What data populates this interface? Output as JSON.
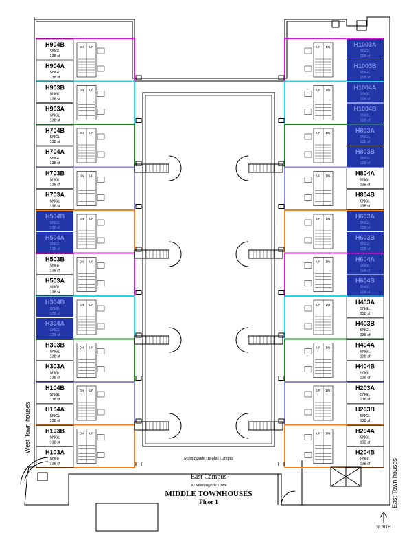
{
  "title": {
    "campus_line": "Morningside Heights Campus",
    "campus": "East Campus",
    "address": "30 Morningside Drive",
    "building": "MIDDLE TOWNHOUSES",
    "floor": "Floor 1"
  },
  "labels": {
    "west": "West Town houses",
    "east": "East Town houses",
    "north": "NORTH",
    "stair_dn": "DN",
    "stair_up": "UP"
  },
  "colors": {
    "highlight": "#2336a8",
    "bands": [
      "#d61ad6",
      "#1ad8e6",
      "#1e8a1e",
      "#8a8ae0",
      "#f08020",
      "#d61ad6",
      "#1ad8e6",
      "#1e8a1e",
      "#8a8ae0",
      "#f08020"
    ]
  },
  "west_rooms": [
    {
      "id": "H904B",
      "type": "SNGL",
      "area": "138 sf",
      "highlighted": false
    },
    {
      "id": "H904A",
      "type": "SNGL",
      "area": "138 sf",
      "highlighted": false
    },
    {
      "id": "H903B",
      "type": "SNGL",
      "area": "138 sf",
      "highlighted": false
    },
    {
      "id": "H903A",
      "type": "SNGL",
      "area": "138 sf",
      "highlighted": false
    },
    {
      "id": "H704B",
      "type": "SNGL",
      "area": "138 sf",
      "highlighted": false
    },
    {
      "id": "H704A",
      "type": "SNGL",
      "area": "138 sf",
      "highlighted": false
    },
    {
      "id": "H703B",
      "type": "SNGL",
      "area": "138 sf",
      "highlighted": false
    },
    {
      "id": "H703A",
      "type": "SNGL",
      "area": "138 sf",
      "highlighted": false
    },
    {
      "id": "H504B",
      "type": "SNGL",
      "area": "138 sf",
      "highlighted": true
    },
    {
      "id": "H504A",
      "type": "SNGL",
      "area": "138 sf",
      "highlighted": true
    },
    {
      "id": "H503B",
      "type": "SNGL",
      "area": "138 sf",
      "highlighted": false
    },
    {
      "id": "H503A",
      "type": "SNGL",
      "area": "138 sf",
      "highlighted": false
    },
    {
      "id": "H304B",
      "type": "SNGL",
      "area": "138 sf",
      "highlighted": true
    },
    {
      "id": "H304A",
      "type": "SNGL",
      "area": "138 sf",
      "highlighted": true
    },
    {
      "id": "H303B",
      "type": "SNGL",
      "area": "138 sf",
      "highlighted": false
    },
    {
      "id": "H303A",
      "type": "SNGL",
      "area": "138 sf",
      "highlighted": false
    },
    {
      "id": "H104B",
      "type": "SNGL",
      "area": "138 sf",
      "highlighted": false
    },
    {
      "id": "H104A",
      "type": "SNGL",
      "area": "138 sf",
      "highlighted": false
    },
    {
      "id": "H103B",
      "type": "SNGL",
      "area": "138 sf",
      "highlighted": false
    },
    {
      "id": "H103A",
      "type": "SNGL",
      "area": "138 sf",
      "highlighted": false
    }
  ],
  "east_rooms": [
    {
      "id": "H1003A",
      "type": "SNGL",
      "area": "138 sf",
      "highlighted": true
    },
    {
      "id": "H1003B",
      "type": "SNGL",
      "area": "138 sf",
      "highlighted": true
    },
    {
      "id": "H1004A",
      "type": "SNGL",
      "area": "138 sf",
      "highlighted": true
    },
    {
      "id": "H1004B",
      "type": "SNGL",
      "area": "138 sf",
      "highlighted": true
    },
    {
      "id": "H803A",
      "type": "SNGL",
      "area": "138 sf",
      "highlighted": true
    },
    {
      "id": "H803B",
      "type": "SNGL",
      "area": "138 sf",
      "highlighted": true
    },
    {
      "id": "H804A",
      "type": "SNGL",
      "area": "138 sf",
      "highlighted": false
    },
    {
      "id": "H804B",
      "type": "SNGL",
      "area": "138 sf",
      "highlighted": false
    },
    {
      "id": "H603A",
      "type": "SNGL",
      "area": "138 sf",
      "highlighted": true
    },
    {
      "id": "H603B",
      "type": "SNGL",
      "area": "138 sf",
      "highlighted": true
    },
    {
      "id": "H604A",
      "type": "SNGL",
      "area": "138 sf",
      "highlighted": true
    },
    {
      "id": "H604B",
      "type": "SNGL",
      "area": "138 sf",
      "highlighted": true
    },
    {
      "id": "H403A",
      "type": "SNGL",
      "area": "138 sf",
      "highlighted": false
    },
    {
      "id": "H403B",
      "type": "SNGL",
      "area": "138 sf",
      "highlighted": false
    },
    {
      "id": "H404A",
      "type": "SNGL",
      "area": "138 sf",
      "highlighted": false
    },
    {
      "id": "H404B",
      "type": "SNGL",
      "area": "138 sf",
      "highlighted": false
    },
    {
      "id": "H203A",
      "type": "SNGL",
      "area": "138 sf",
      "highlighted": false
    },
    {
      "id": "H203B",
      "type": "SNGL",
      "area": "138 sf",
      "highlighted": false
    },
    {
      "id": "H204A",
      "type": "SNGL",
      "area": "138 sf",
      "highlighted": false
    },
    {
      "id": "H204B",
      "type": "SNGL",
      "area": "138 sf",
      "highlighted": false
    }
  ]
}
